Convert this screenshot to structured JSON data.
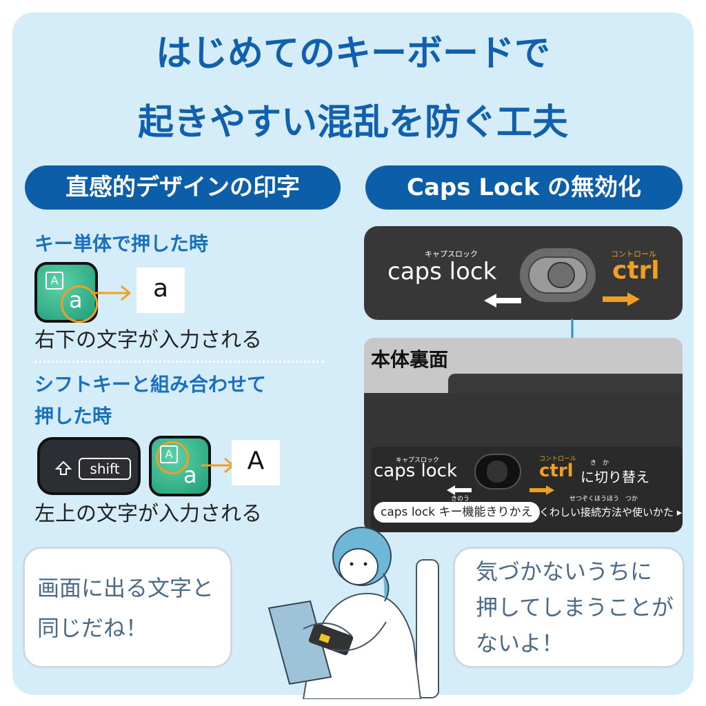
{
  "title": {
    "line1": "はじめてのキーボードで",
    "line2": "起きやすい混乱を防ぐ工夫"
  },
  "left": {
    "pill": "直感的デザインの印字",
    "single_heading": "キー単体で押した時",
    "single_output": "a",
    "single_caption": "右下の文字が入力される",
    "shift_heading_line1": "シフトキーと組み合わせて",
    "shift_heading_line2": "押した時",
    "shift_key_label": "shift",
    "shift_output": "A",
    "shift_caption": "左上の文字が入力される",
    "key_small_label": "A",
    "key_big_label": "a"
  },
  "right": {
    "pill": "Caps Lock の無効化",
    "switch_left_ruby": "キャプスロック",
    "switch_left_label": "caps lock",
    "switch_right_ruby": "コントロール",
    "switch_right_label": "ctrl",
    "photo_label": "本体裏面",
    "photo_left_ruby": "キャプスロック",
    "photo_left_label": "caps lock",
    "photo_right_ruby": "コントロール",
    "photo_right_label": "ctrl",
    "photo_right_suffix": "に切り替え",
    "photo_right_suffix_ruby": "き　か",
    "photo_badge": "caps lock キー機能きりかえ",
    "photo_badge_ruby": "きのう",
    "photo_link": "くわしい接続方法や使いかた ▸",
    "photo_link_ruby": "せつぞくほうほう　つか"
  },
  "bubbles": {
    "left_line1": "画面に出る文字と",
    "left_line2": "同じだね！",
    "right_line1": "気づかないうちに",
    "right_line2": "押してしまうことが",
    "right_line3": "ないよ！"
  },
  "colors": {
    "background": "#d5ecf9",
    "title_blue": "#1160ae",
    "pill_blue": "#0c5ea8",
    "key_green": "#1e9e77",
    "accent_orange": "#f0a020",
    "dark_panel": "#373737"
  }
}
